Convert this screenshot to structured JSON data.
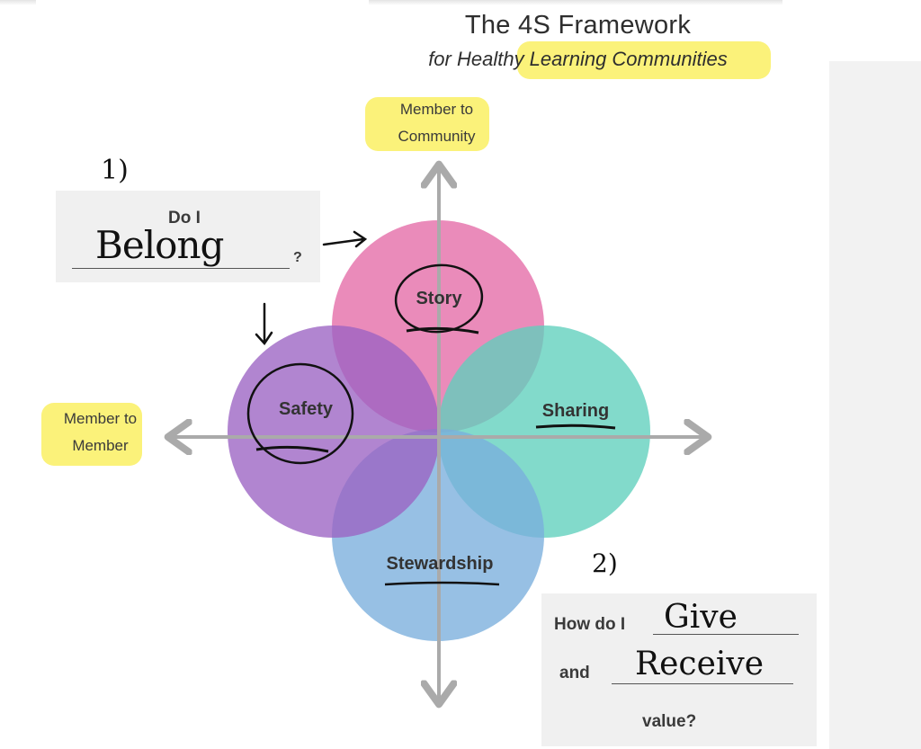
{
  "title": "The 4S Framework",
  "subtitle": "for Healthy Learning Communities",
  "axes": {
    "vertical": {
      "line1": "Member to",
      "line2": "Community"
    },
    "horizontal": {
      "line1": "Member to",
      "line2": "Member"
    }
  },
  "circles": [
    {
      "label": "Story",
      "color": "#e46aa6"
    },
    {
      "label": "Safety",
      "color": "#9b63c3"
    },
    {
      "label": "Sharing",
      "color": "#5fcfbd"
    },
    {
      "label": "Stewardship",
      "color": "#7aaedc"
    }
  ],
  "box1": {
    "number": "1)",
    "question": "Do I",
    "answer": "Belong",
    "suffix": "?"
  },
  "box2": {
    "number": "2)",
    "line1": "How do I",
    "answer1": "Give",
    "line2": "and",
    "answer2": "Receive",
    "line3": "value?"
  },
  "colors": {
    "highlight": "#fbf27a",
    "axis": "#aaaaaa",
    "box": "#f0f0f0"
  }
}
